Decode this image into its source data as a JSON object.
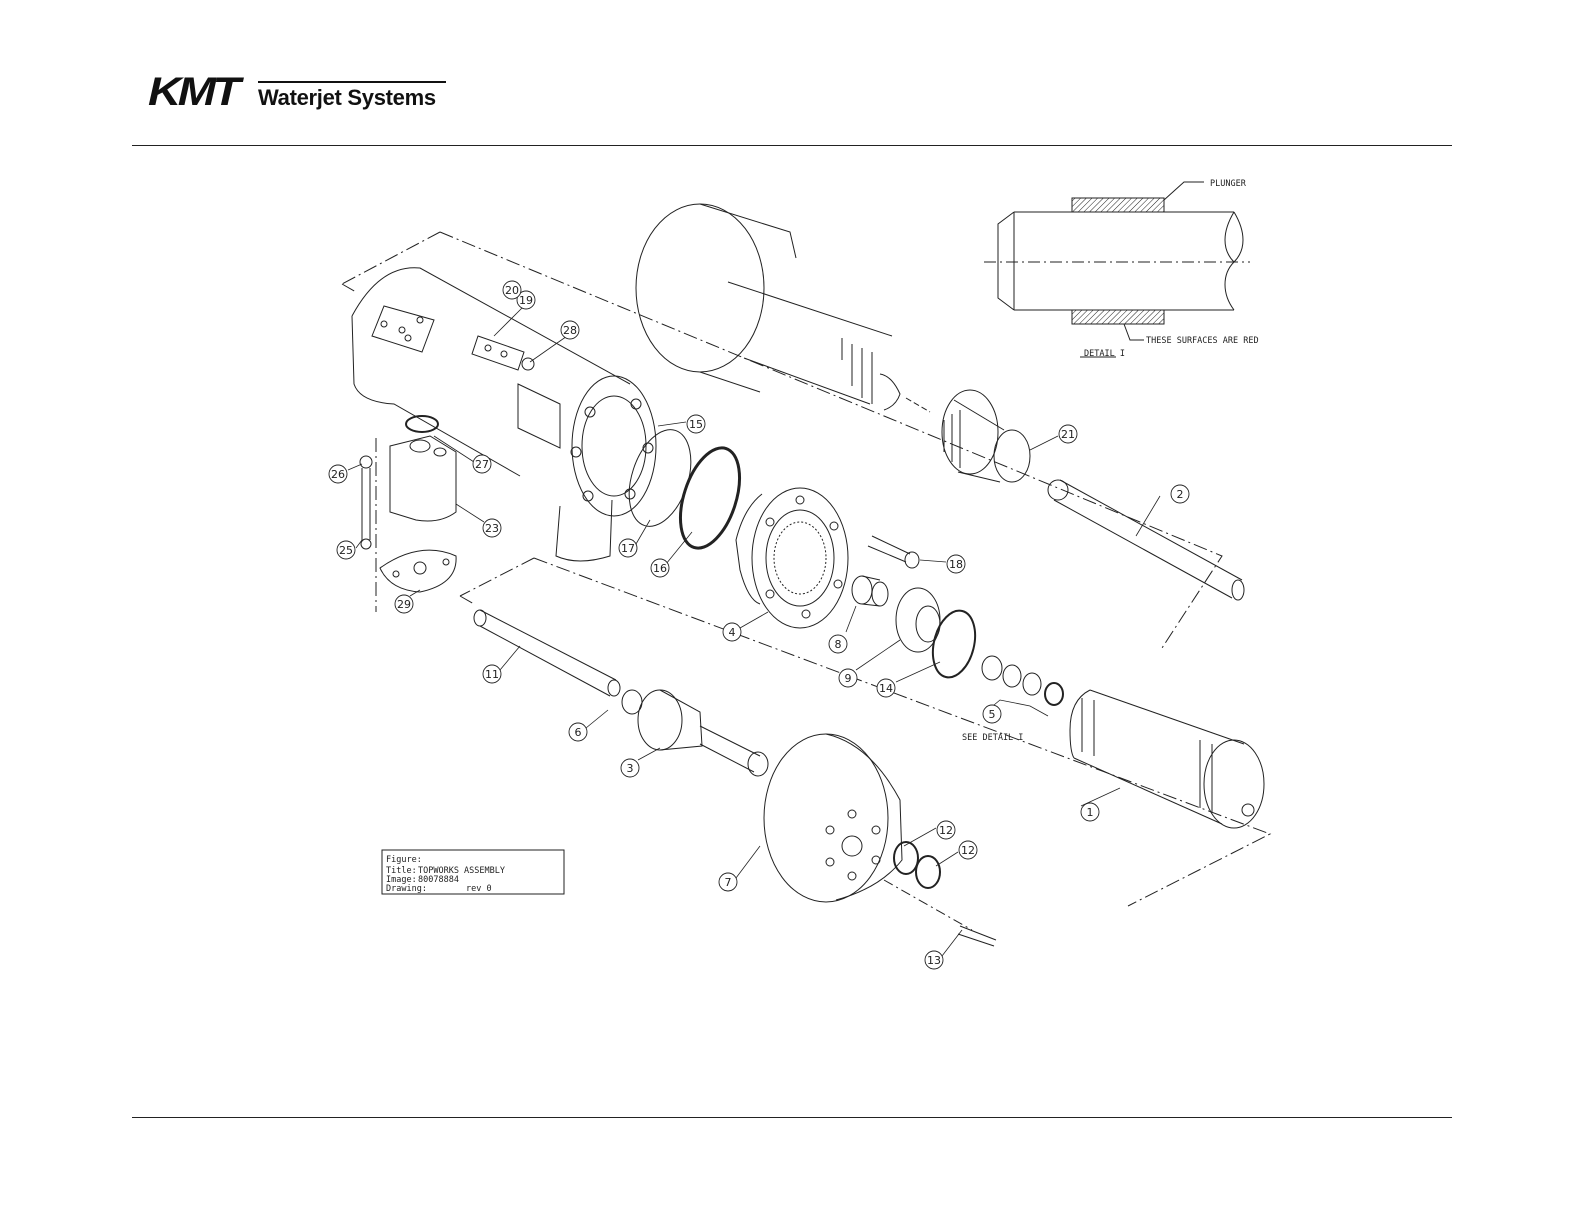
{
  "header": {
    "logo_mark": "KMT",
    "logo_text": "Waterjet Systems"
  },
  "detail": {
    "plunger_label": "PLUNGER",
    "surfaces_note": "THESE SURFACES ARE RED",
    "detail_title": "DETAIL I"
  },
  "see_detail": "SEE DETAIL I",
  "callouts": [
    "1",
    "2",
    "3",
    "4",
    "5",
    "6",
    "7",
    "8",
    "9",
    "11",
    "12",
    "12",
    "13",
    "14",
    "15",
    "16",
    "17",
    "18",
    "19",
    "20",
    "21",
    "23",
    "25",
    "26",
    "27",
    "28",
    "29"
  ],
  "title_block": {
    "figure_label": "Figure:",
    "title_label": "Title:",
    "title_value": "TOPWORKS ASSEMBLY",
    "image_label": "Image:",
    "image_value": "80078884",
    "drawing_label": "Drawing:",
    "rev_value": "rev 0"
  }
}
